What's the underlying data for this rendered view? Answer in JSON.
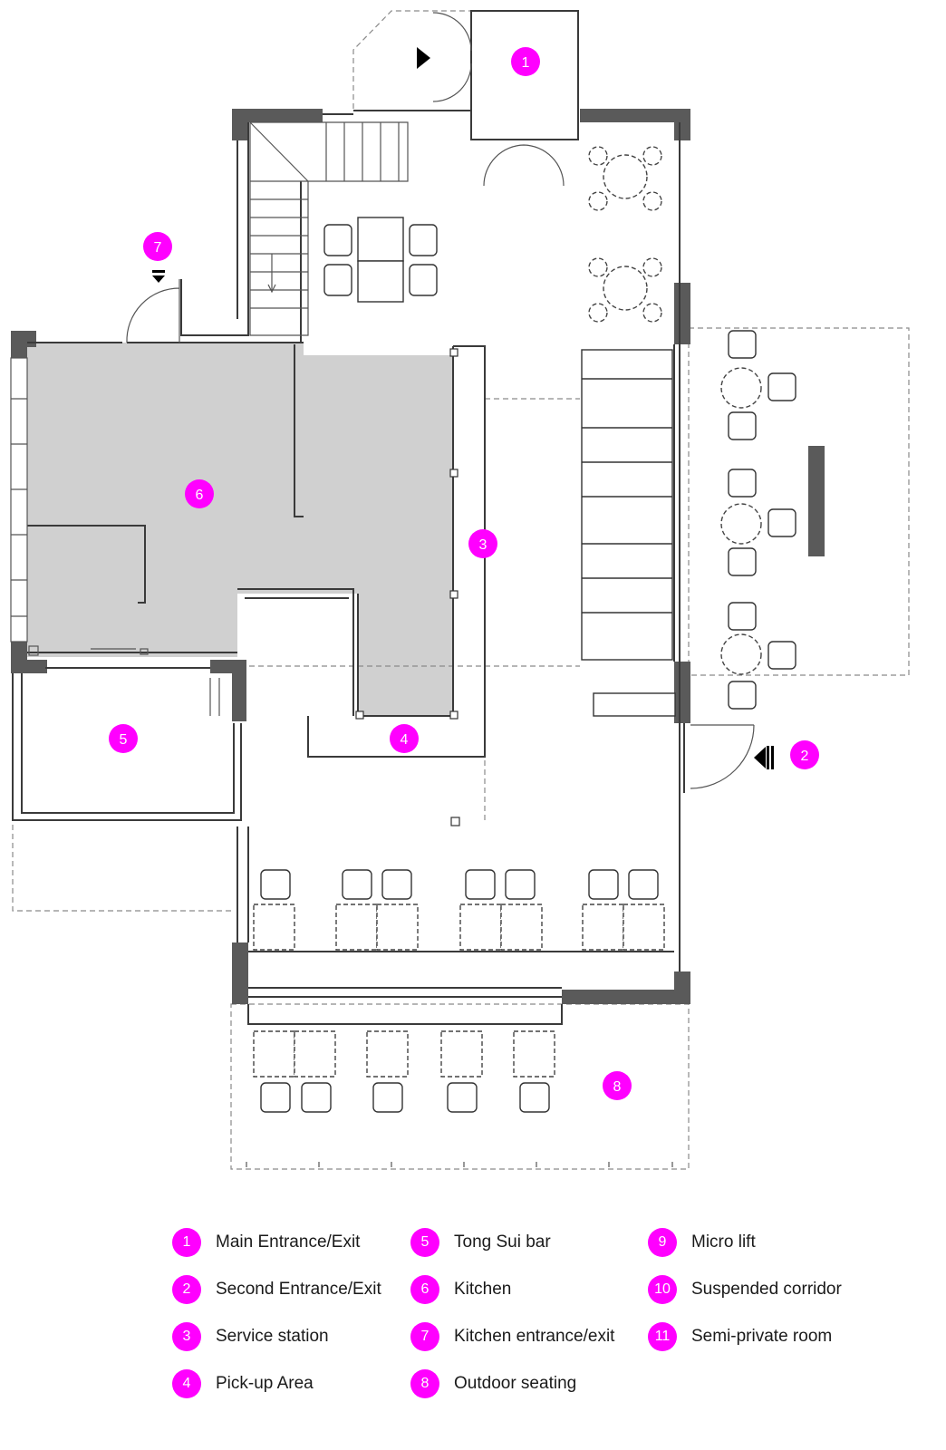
{
  "accent_color": "#ff00ff",
  "kitchen_fill": "#d0d0d0",
  "wall_color": "#5a5a5a",
  "markers": [
    {
      "id": "1"
    },
    {
      "id": "2"
    },
    {
      "id": "3"
    },
    {
      "id": "4"
    },
    {
      "id": "5"
    },
    {
      "id": "6"
    },
    {
      "id": "7"
    },
    {
      "id": "8"
    }
  ],
  "legend": [
    {
      "num": "1",
      "label": "Main Entrance/Exit"
    },
    {
      "num": "2",
      "label": "Second Entrance/Exit"
    },
    {
      "num": "3",
      "label": "Service station"
    },
    {
      "num": "4",
      "label": "Pick-up Area"
    },
    {
      "num": "5",
      "label": "Tong Sui bar"
    },
    {
      "num": "6",
      "label": "Kitchen"
    },
    {
      "num": "7",
      "label": "Kitchen entrance/exit"
    },
    {
      "num": "8",
      "label": "Outdoor seating"
    },
    {
      "num": "9",
      "label": "Micro lift"
    },
    {
      "num": "10",
      "label": "Suspended corridor"
    },
    {
      "num": "11",
      "label": "Semi-private room"
    }
  ]
}
